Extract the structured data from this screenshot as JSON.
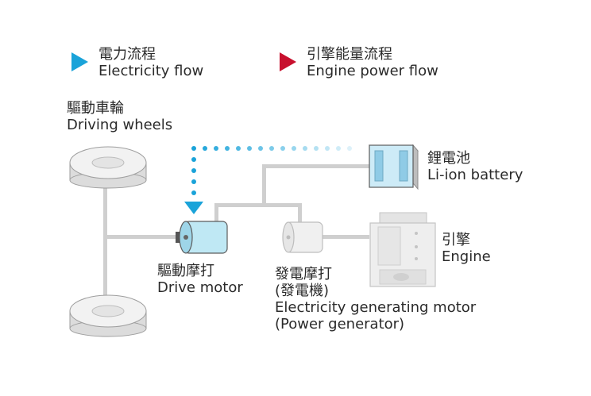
{
  "legend": {
    "electricity": {
      "zh": "電力流程",
      "en": "Electricity flow",
      "color": "#1aa3d9"
    },
    "engine": {
      "zh": "引擎能量流程",
      "en": "Engine power flow",
      "color": "#c8102e"
    }
  },
  "components": {
    "wheels": {
      "zh": "驅動車輪",
      "en": "Driving wheels"
    },
    "battery": {
      "zh": "鋰電池",
      "en": "Li-ion battery"
    },
    "engine": {
      "zh": "引擎",
      "en": "Engine"
    },
    "drive_motor": {
      "zh": "驅動摩打",
      "en": "Drive motor"
    },
    "generator": {
      "zh": "發電摩打",
      "zh2": "(發電機)",
      "en": "Electricity generating motor",
      "en2": "(Power generator)"
    }
  },
  "colors": {
    "text": "#2a2a2a",
    "flow_dot": "#1aa3d9",
    "motor_fill": "#bfe8f4",
    "battery_fill": "#cdebf7",
    "gray_line": "#cccccc"
  }
}
